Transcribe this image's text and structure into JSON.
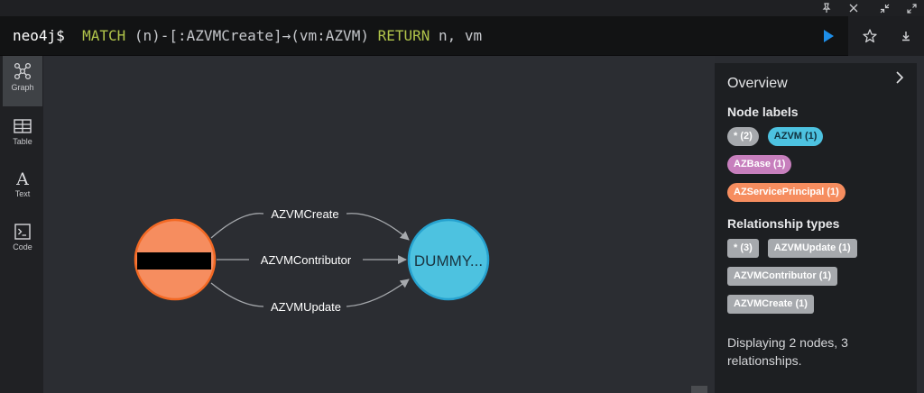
{
  "window_controls": {
    "pin_icon": "pin-icon",
    "close_icon": "close-icon",
    "expand_icon": "expand-icon",
    "shrink_icon": "shrink-icon"
  },
  "editor": {
    "prompt": "neo4j$",
    "query_tokens": {
      "match": "MATCH",
      "n_open": " (n)-[:AZVMCreate]→(vm:AZVM) ",
      "return": "RETURN",
      "tail": " n, vm"
    },
    "colors": {
      "keyword": "#b0c44a",
      "play": "#1d8ee8"
    }
  },
  "sidebar": {
    "items": [
      {
        "label": "Graph",
        "icon": "graph-icon",
        "active": true
      },
      {
        "label": "Table",
        "icon": "table-icon",
        "active": false
      },
      {
        "label": "Text",
        "icon": "text-icon",
        "active": false
      },
      {
        "label": "Code",
        "icon": "code-icon",
        "active": false
      }
    ]
  },
  "graph": {
    "nodes": [
      {
        "id": "source",
        "label": "",
        "color": "#f68d5f",
        "border": "#f36924",
        "redacted": true
      },
      {
        "id": "target",
        "label": "DUMMY...",
        "color": "#4dc2e0",
        "border": "#26a2cf"
      }
    ],
    "relationships": [
      {
        "label": "AZVMCreate"
      },
      {
        "label": "AZVMContributor"
      },
      {
        "label": "AZVMUpdate"
      }
    ]
  },
  "overview": {
    "title": "Overview",
    "node_labels_heading": "Node labels",
    "node_labels": [
      {
        "text": "* (2)",
        "color": "#a6a9ad"
      },
      {
        "text": "AZVM (1)",
        "color": "#4dc2e0"
      },
      {
        "text": "AZBase (1)",
        "color": "#c77fbd"
      },
      {
        "text": "AZServicePrincipal (1)",
        "color": "#f68d5f"
      }
    ],
    "rel_types_heading": "Relationship types",
    "rel_types": [
      {
        "text": "* (3)"
      },
      {
        "text": "AZVMUpdate (1)"
      },
      {
        "text": "AZVMContributor (1)"
      },
      {
        "text": "AZVMCreate (1)"
      }
    ],
    "status": "Displaying 2 nodes, 3 relationships."
  }
}
